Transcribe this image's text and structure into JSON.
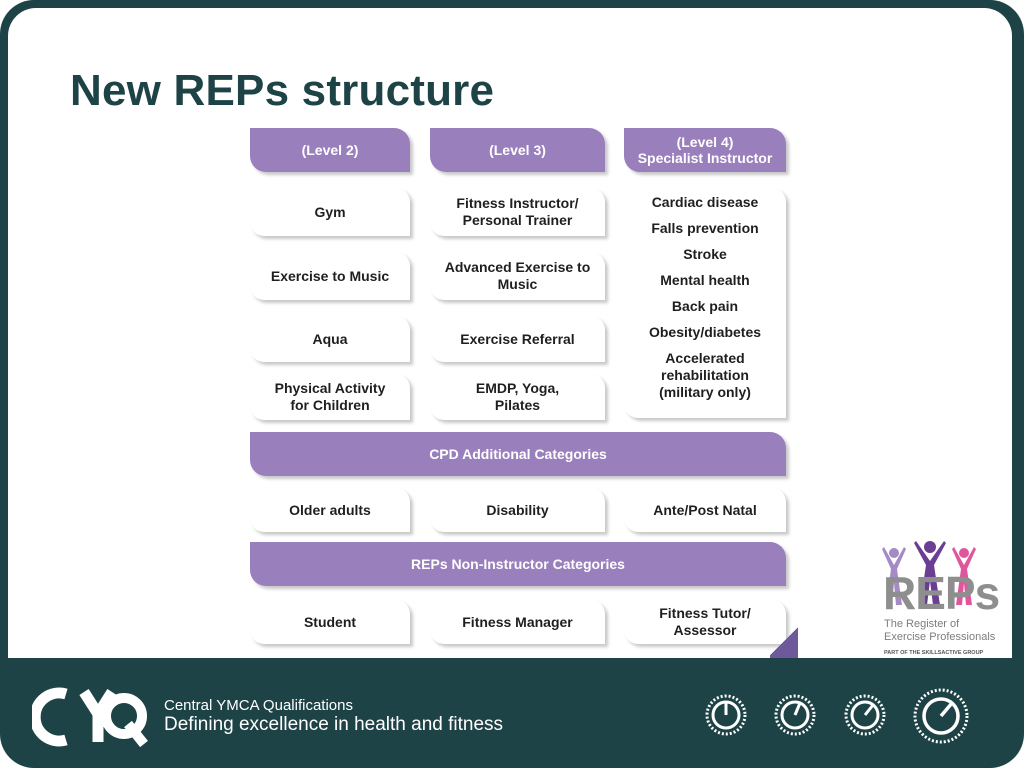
{
  "slide": {
    "title": "New REPs structure"
  },
  "table": {
    "headers": [
      "(Level 2)",
      "(Level 3)",
      "(Level 4)\nSpecialist Instructor"
    ],
    "level2": [
      "Gym",
      "Exercise to Music",
      "Aqua",
      "Physical Activity\nfor Children"
    ],
    "level3": [
      "Fitness Instructor/\nPersonal Trainer",
      "Advanced Exercise to\nMusic",
      "Exercise Referral",
      "EMDP, Yoga,\nPilates"
    ],
    "level4": [
      "Cardiac disease",
      "Falls prevention",
      "Stroke",
      "Mental health",
      "Back pain",
      "Obesity/diabetes",
      "Accelerated\nrehabilitation\n(military only)"
    ],
    "cpd_header": "CPD Additional Categories",
    "cpd": [
      "Older adults",
      "Disability",
      "Ante/Post Natal"
    ],
    "non_instructor_header": "REPs Non-Instructor Categories",
    "non_instructor": [
      "Student",
      "Fitness Manager",
      "Fitness Tutor/\nAssessor"
    ]
  },
  "reps_logo": {
    "word": "REPs",
    "subtitle": "The Register of\nExercise Professionals",
    "group": "PART OF THE SKILLSACTIVE GROUP"
  },
  "footer": {
    "org_name": "Central YMCA Qualifications",
    "tagline": "Defining excellence in health and fitness",
    "logo_text": "CYQ"
  },
  "colors": {
    "frame": "#1e4347",
    "header_purple": "#9a7fbd",
    "title": "#1e4347"
  }
}
